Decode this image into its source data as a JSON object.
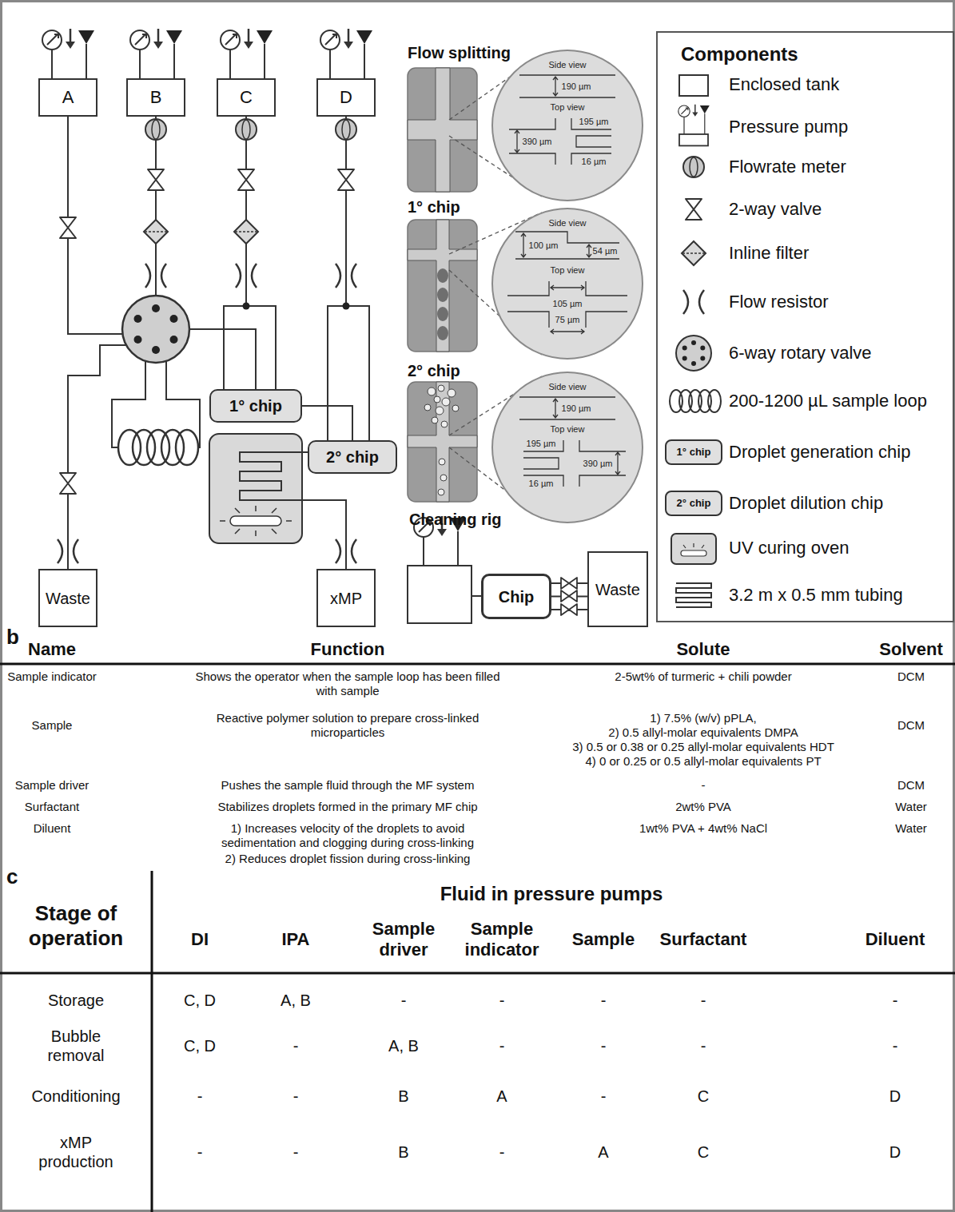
{
  "diagram": {
    "nodes": [
      {
        "text": [
          "A"
        ]
      },
      {
        "text": [
          "B"
        ]
      },
      {
        "text": [
          "C"
        ]
      },
      {
        "text": [
          "D"
        ]
      },
      {
        "text": [
          "Side view",
          "190 µm",
          "Top view",
          "390 µm",
          "195 µm",
          "16 µm"
        ]
      },
      {
        "text": [
          "1° chip"
        ]
      },
      {
        "text": [
          "Side view",
          "100 µm",
          "54 µm",
          "Top view",
          "105 µm",
          "75 µm"
        ]
      },
      {
        "text": [
          "2° chip"
        ]
      },
      {
        "text": [
          "Side view",
          "190 µm",
          "Top view",
          "390 µm",
          "16 µm",
          "195 µm"
        ]
      },
      {
        "text": [
          "Waste"
        ]
      },
      {
        "text": [
          "xMP"
        ]
      },
      {
        "text": [
          "Chip"
        ]
      },
      {
        "text": [
          "Waste"
        ]
      }
    ],
    "edges": [
      {
        "from": 2,
        "to": 5,
        "arrow": "none"
      },
      {
        "from": 5,
        "to": 7,
        "arrow": "none"
      },
      {
        "from": 3,
        "to": 7,
        "arrow": "none"
      },
      {
        "from": 7,
        "to": 10,
        "arrow": "none"
      },
      {
        "from": 11,
        "to": 12,
        "arrow": "none"
      }
    ],
    "labels": [
      "Flow splitting",
      "1° chip",
      "2° chip",
      "Cleaning rig",
      "Components",
      "1° chip",
      "2° chip",
      "b",
      "Name",
      "Function",
      "Solute",
      "Solvent",
      "Sample indicator",
      "Shows the operator when the sample loop has been filled with sample",
      "2-5wt% of turmeric + chili powder",
      "DCM",
      "Sample",
      "Reactive polymer solution to prepare cross-linked microparticles",
      "1) 7.5% (w/v) pPLA,",
      "2) 0.5 allyl-molar equivalents DMPA",
      "3) 0.5 or 0.38 or 0.25 allyl-molar equivalents HDT",
      "4) 0 or 0.25 or 0.5 allyl-molar equivalents PT",
      "DCM",
      "Sample driver",
      "Pushes the sample fluid through the MF system",
      "-",
      "DCM",
      "Surfactant",
      "Stabilizes droplets formed in the primary MF chip",
      "2wt% PVA",
      "Water",
      "Diluent",
      "1) Increases velocity of the droplets to avoid sedimentation and clogging during cross-linking",
      "2) Reduces droplet fission during cross-linking",
      "1wt% PVA + 4wt% NaCl",
      "Water",
      "c",
      "Stage of operation",
      "Fluid in pressure pumps",
      "DI",
      "IPA",
      "Sample driver",
      "Sample indicator",
      "Sample",
      "Surfactant",
      "Diluent",
      "Storage",
      "C, D",
      "A, B",
      "-",
      "-",
      "-",
      "-",
      "-",
      "Bubble removal",
      "C, D",
      "-",
      "A, B",
      "-",
      "-",
      "-",
      "-",
      "Conditioning",
      "-",
      "-",
      "B",
      "A",
      "-",
      "C",
      "D",
      "xMP production",
      "-",
      "-",
      "B",
      "-",
      "A",
      "C",
      "D"
    ],
    "legend": [
      {
        "text": "Enclosed tank"
      },
      {
        "text": "Pressure pump"
      },
      {
        "text": "Flowrate meter"
      },
      {
        "text": "2-way valve"
      },
      {
        "text": "Inline filter"
      },
      {
        "text": "Flow resistor"
      },
      {
        "text": "6-way rotary valve"
      },
      {
        "text": "200-1200 µL sample loop"
      },
      {
        "text": "Droplet generation chip"
      },
      {
        "text": "Droplet dilution chip"
      },
      {
        "text": "UV curing oven"
      },
      {
        "text": "3.2 m x 0.5 mm tubing"
      }
    ]
  }
}
